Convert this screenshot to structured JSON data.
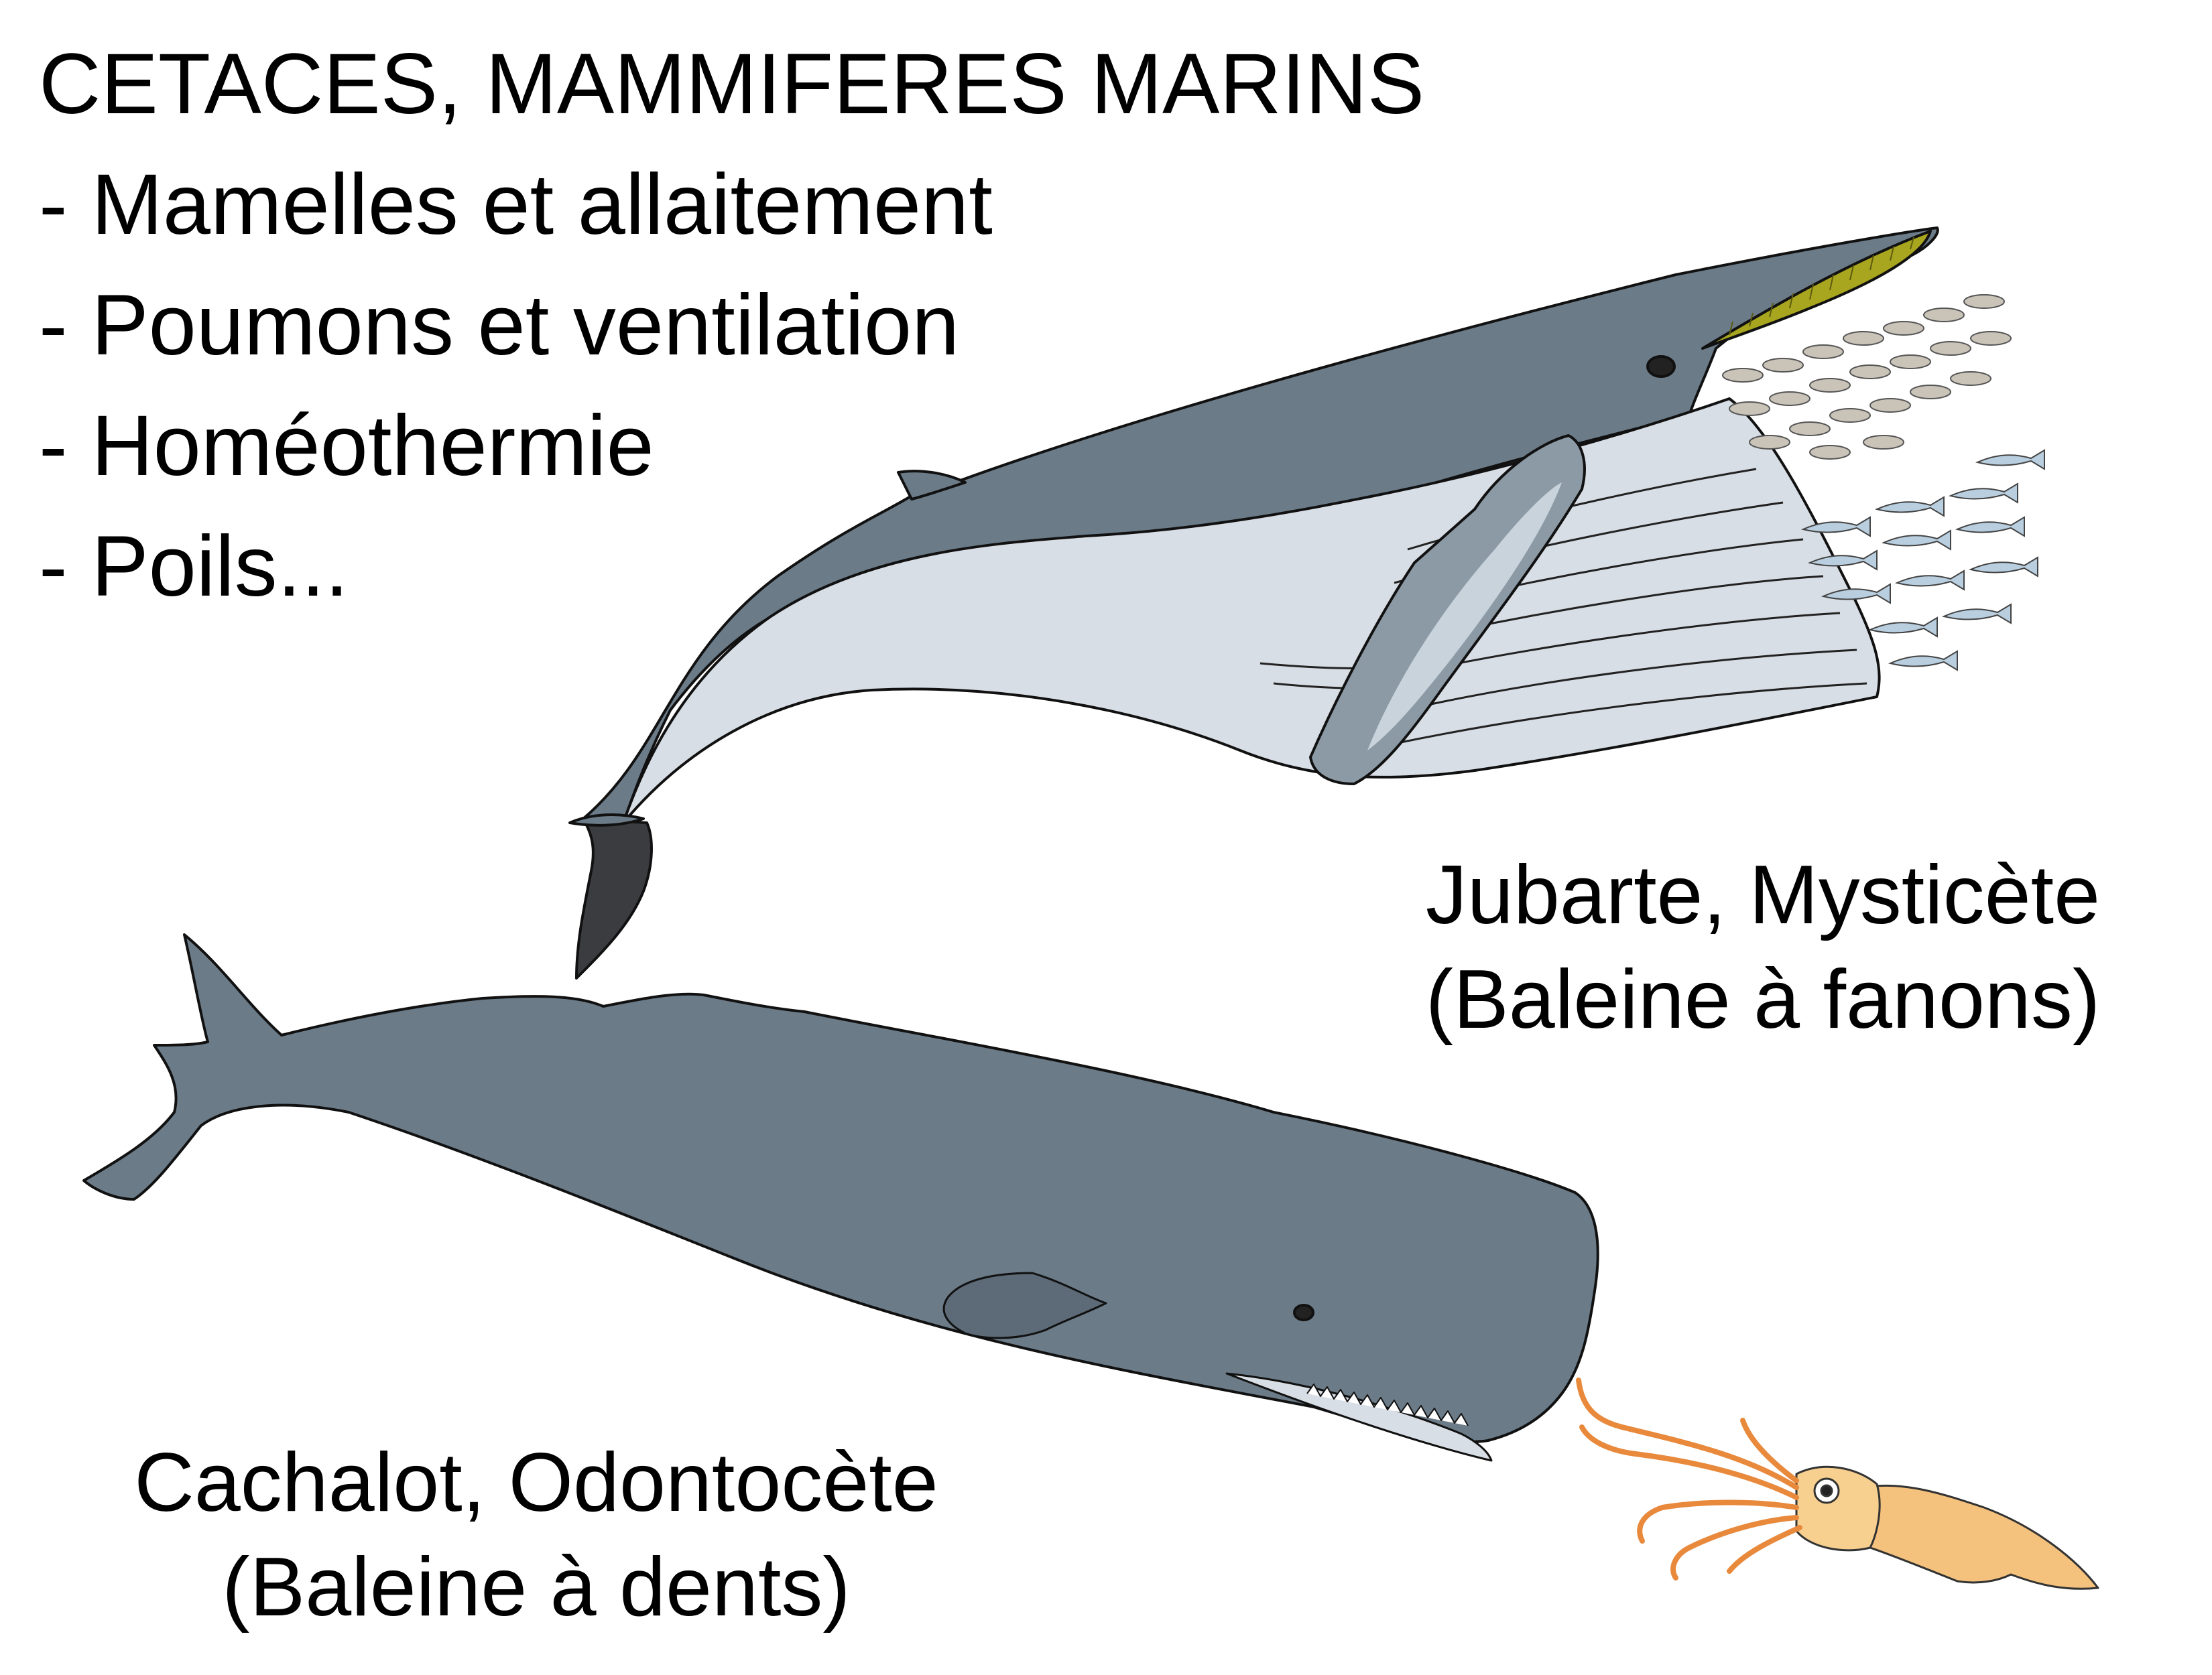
{
  "title": "CETACES, MAMMIFERES MARINS",
  "traits": [
    "- Mamelles et allaitement",
    "- Poumons et ventilation",
    "- Homéothermie",
    "- Poils..."
  ],
  "humpback": {
    "label_line1": "Jubarte, Mysticète",
    "label_line2": "(Baleine à fanons)"
  },
  "sperm_whale": {
    "label_line1": "Cachalot, Odontocète",
    "label_line2": "(Baleine à dents)"
  },
  "colors": {
    "whale_body": "#6b7b88",
    "humpback_belly": "#d8dee5",
    "baleen": "#a8a51f",
    "fluke_dark": "#3b3c40",
    "squid": "#f5c27d",
    "fish": "#b9cfe0"
  }
}
